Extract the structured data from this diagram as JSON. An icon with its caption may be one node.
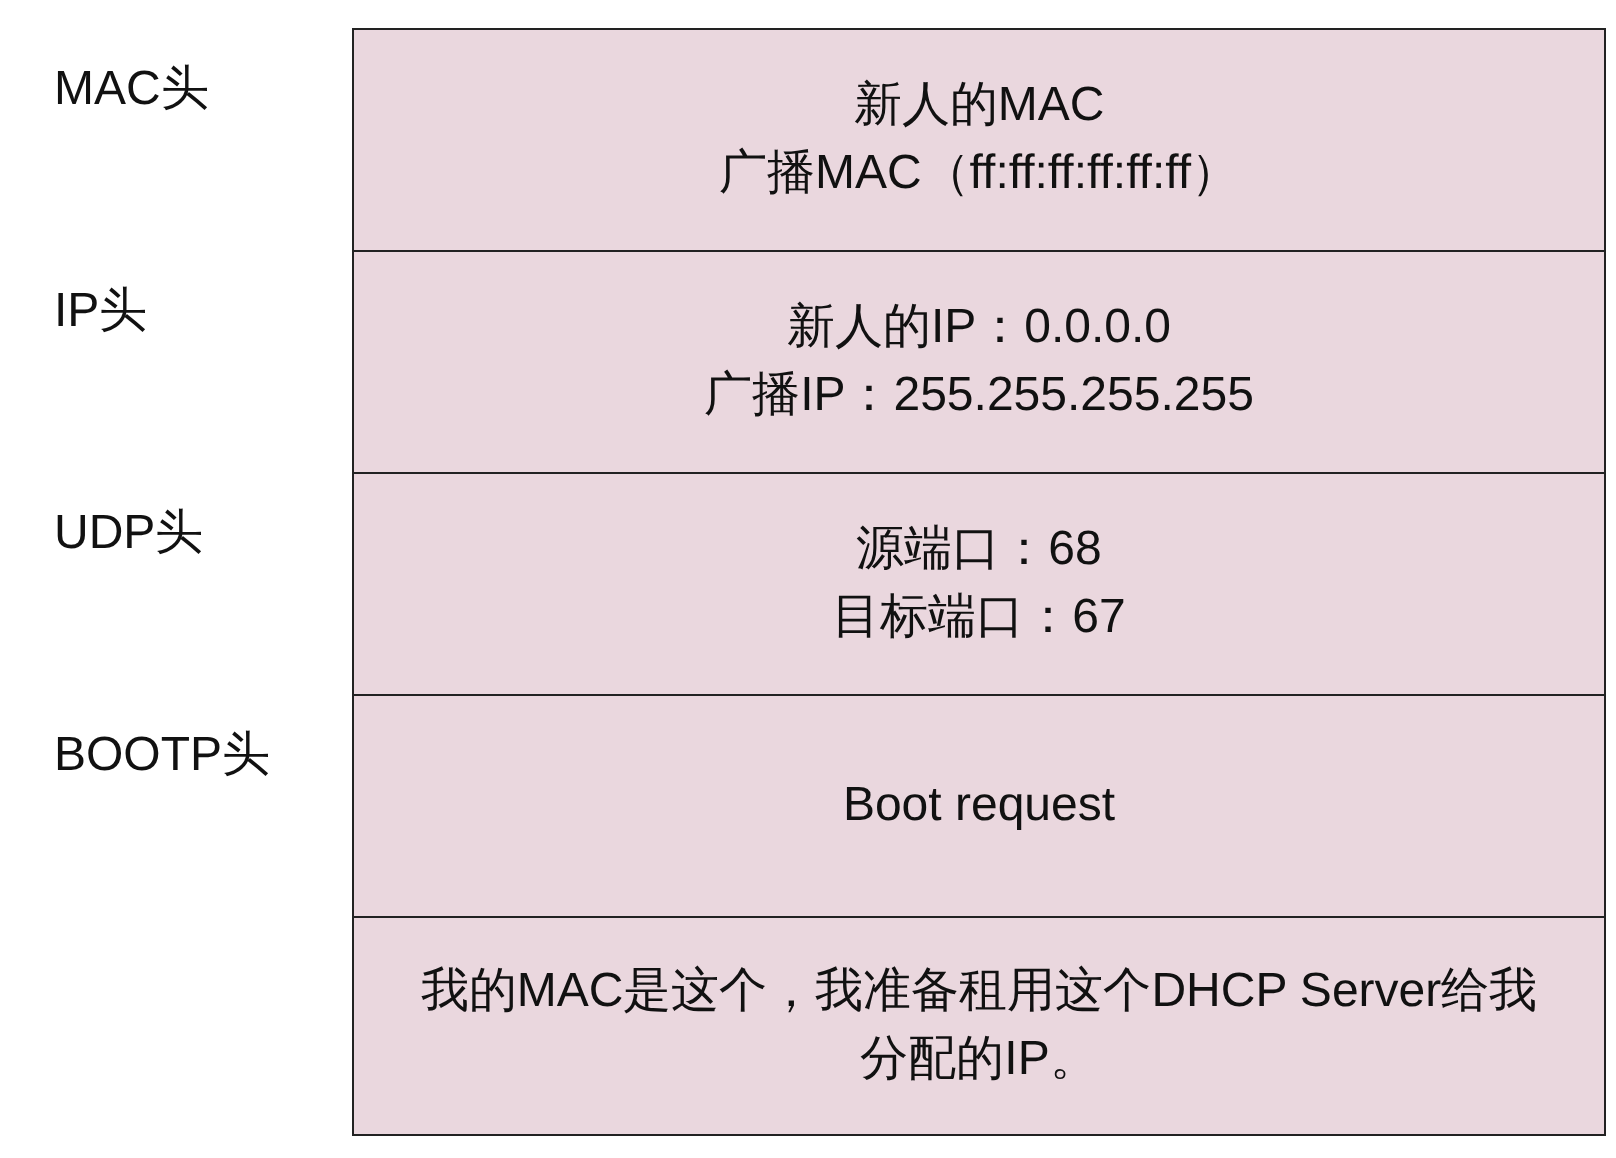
{
  "diagram": {
    "nodes": [
      {
        "text": [
          "新人的MAC",
          "广播MAC（ff:ff:ff:ff:ff:ff）"
        ]
      },
      {
        "text": [
          "新人的IP：0.0.0.0",
          "广播IP：255.255.255.255"
        ]
      },
      {
        "text": [
          "源端口：68",
          "目标端口：67"
        ]
      },
      {
        "text": [
          "Boot request"
        ]
      },
      {
        "text": [
          "我的MAC是这个，我准备租用这个DHCP Server给我分配的IP。"
        ]
      }
    ],
    "labels": [
      "MAC头",
      "IP头",
      "UDP头",
      "BOOTP头"
    ]
  }
}
